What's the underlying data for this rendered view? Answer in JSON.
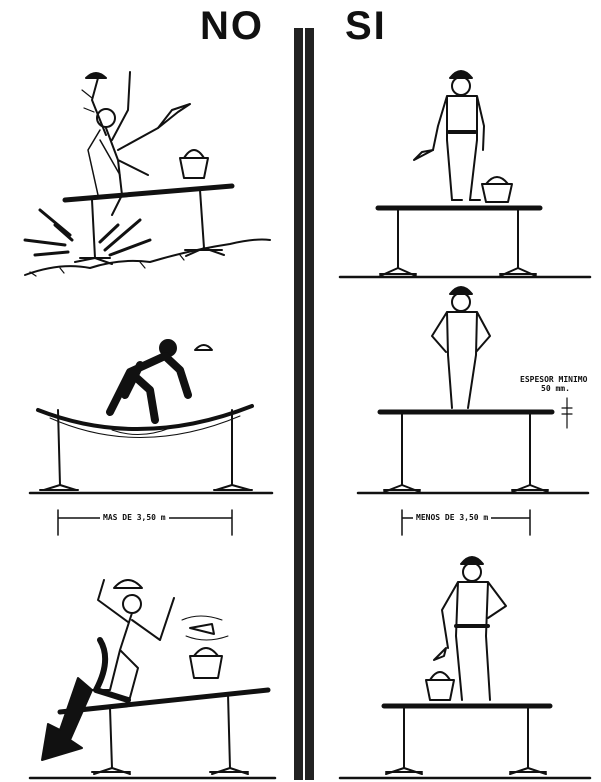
{
  "headings": {
    "no": "NO",
    "si": "SI"
  },
  "dimensions": {
    "left": "MAS DE 3,50 m",
    "right": "MENOS DE 3,50 m"
  },
  "thickness_note": {
    "line1": "ESPESOR MINIMO",
    "line2": "50 mm."
  },
  "colors": {
    "ink": "#111111",
    "paper": "#ffffff"
  }
}
